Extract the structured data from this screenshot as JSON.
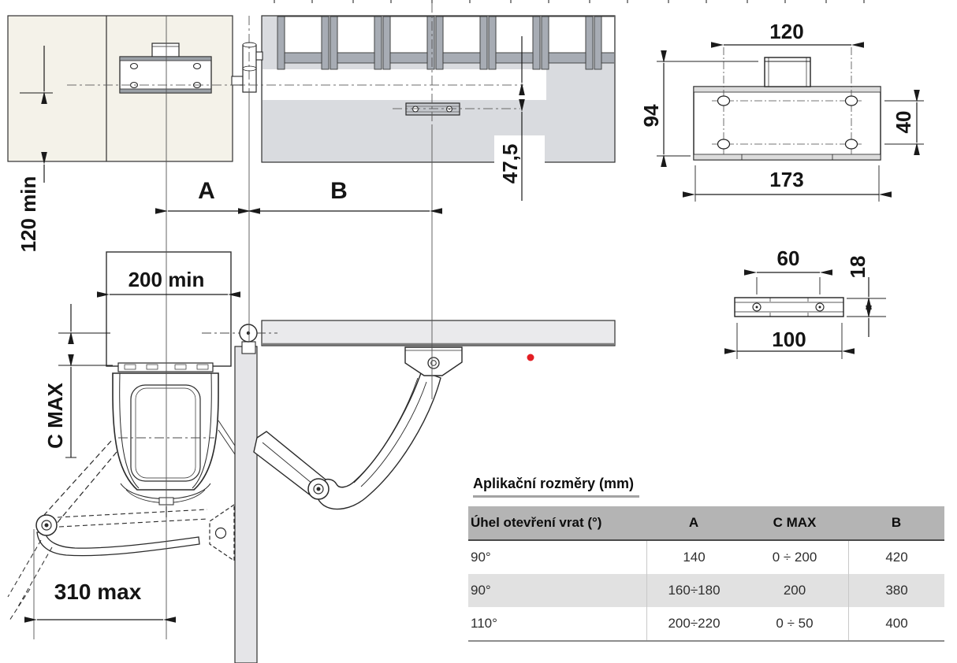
{
  "drawing_labels": {
    "clearance_vertical": "120 min",
    "dim_a": "A",
    "dim_b": "B",
    "hinge_offset": "47,5",
    "pillar_width_min": "200 min",
    "c_max": "C MAX",
    "arm_reach_max": "310 max"
  },
  "plate_drawing": {
    "hole_spacing_h": "120",
    "height": "94",
    "hole_spacing_v": "40",
    "width": "173"
  },
  "bracket_drawing": {
    "hole_spacing": "60",
    "height": "18",
    "width": "100"
  },
  "spec_table": {
    "title": "Aplikační rozměry (mm)",
    "headers": [
      "Úhel otevření vrat (°)",
      "A",
      "C MAX",
      "B"
    ],
    "rows": [
      [
        "90°",
        "140",
        "0 ÷ 200",
        "420"
      ],
      [
        "90°",
        "160÷180",
        "200",
        "380"
      ],
      [
        "110°",
        "200÷220",
        "0 ÷ 50",
        "400"
      ]
    ]
  },
  "colors": {
    "accent_red": "#e31e24",
    "table_header": "#b4b4b4",
    "table_alt_row": "#e1e1e1",
    "wall_beige": "#f4f2e9",
    "gate_gray": "#d9dbdf",
    "bars_gray": "#a7acb4",
    "structure_gray": "#e5e5e8"
  }
}
